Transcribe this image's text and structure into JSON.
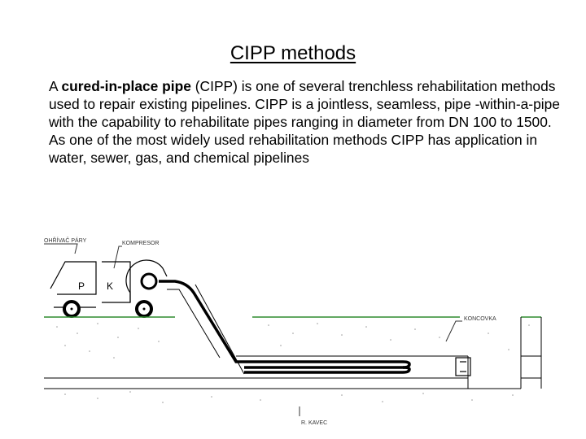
{
  "title": "CIPP methods",
  "paragraph": {
    "intro_prefix": "A ",
    "term_bold": "cured-in-place pipe",
    "body": " (CIPP) is one of several trenchless rehabilitation methods used to repair existing pipelines. CIPP is a jointless, seamless, pipe -within-a-pipe with the capability to rehabilitate pipes ranging in diameter from DN 100 to 1500. As one of the most widely used rehabilitation methods CIPP has application in water, sewer, gas, and chemical pipelines"
  },
  "diagram": {
    "labels": {
      "left_top": "OHŘÍVAČ PÁRY",
      "compressor": "KOMPRESOR",
      "right_pipe": "KONCOVKA",
      "bottom": "R. KAVEC",
      "box_p": "P",
      "box_k": "K"
    },
    "colors": {
      "ground_line": "#2e8b2e",
      "lines": "#000000"
    }
  }
}
